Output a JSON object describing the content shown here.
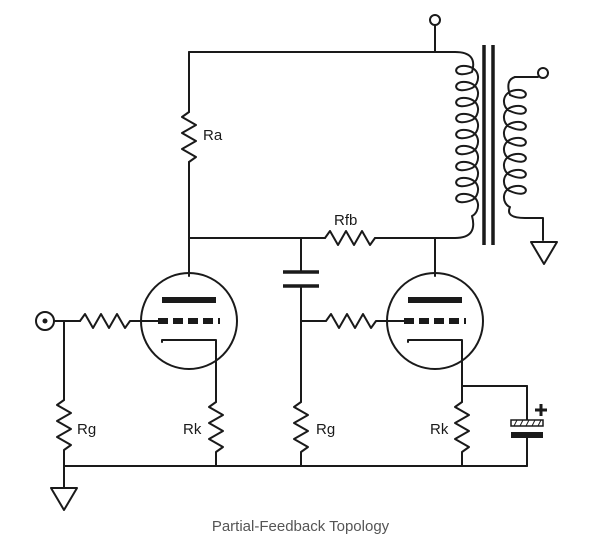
{
  "caption": "Partial-Feedback Topology",
  "labels": {
    "ra": "Ra",
    "rfb": "Rfb",
    "rg_left": "Rg",
    "rk_left": "Rk",
    "rg_mid": "Rg",
    "rk_right": "Rk"
  },
  "colors": {
    "ink": "#1a1a1a",
    "caption": "#555555"
  }
}
